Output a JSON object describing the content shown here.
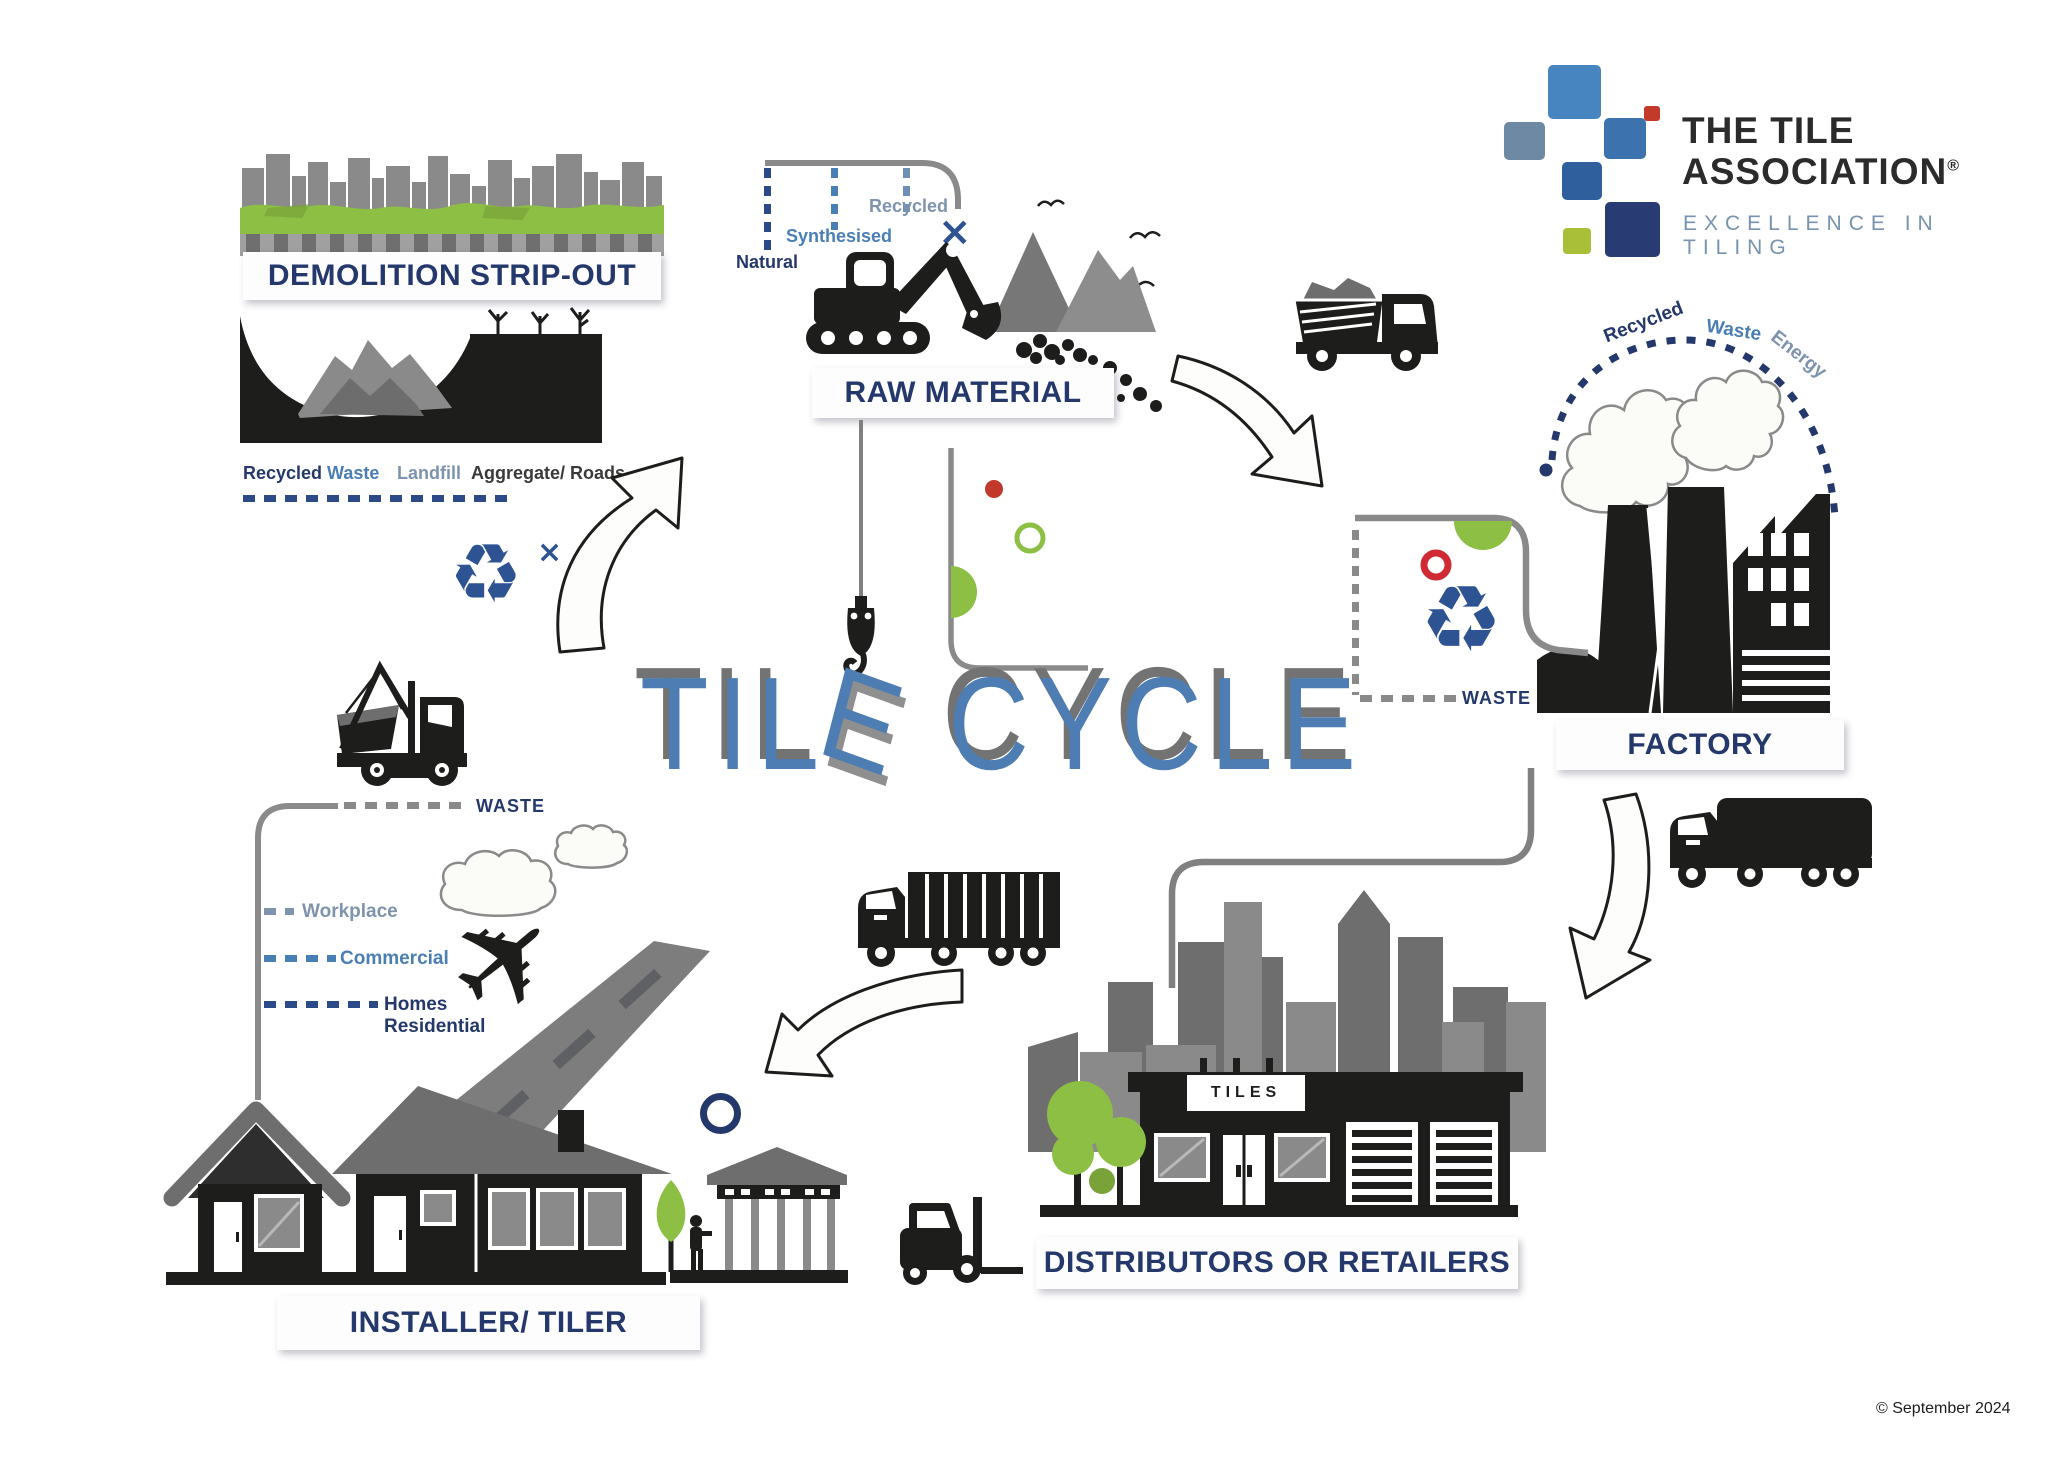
{
  "logo": {
    "name_line1": "THE TILE",
    "name_line2": "ASSOCIATION",
    "registered_mark": "®",
    "tagline": "EXCELLENCE IN TILING"
  },
  "title": {
    "part1": "TIL",
    "hanging_letter": "E",
    "part2": "CYCLE"
  },
  "demolition": {
    "label": "DEMOLITION STRIP-OUT",
    "legend": [
      {
        "text": "Recycled",
        "color": "#24386b"
      },
      {
        "text": "Waste",
        "color": "#4a7fb5"
      },
      {
        "text": "Landfill",
        "color": "#7e93ad"
      },
      {
        "text": "Aggregate/ Roads",
        "color": "#3a3a3a"
      }
    ]
  },
  "raw_material": {
    "label": "RAW MATERIAL",
    "inputs": [
      {
        "text": "Natural",
        "color": "#24386b"
      },
      {
        "text": "Synthesised",
        "color": "#4a7fb5"
      },
      {
        "text": "Recycled",
        "color": "#7e93ad"
      }
    ]
  },
  "factory": {
    "label": "FACTORY",
    "arc_labels": [
      {
        "text": "Recycled",
        "color": "#24386b"
      },
      {
        "text": "Waste",
        "color": "#4a7fb5"
      },
      {
        "text": "Energy",
        "color": "#7e93ad"
      }
    ],
    "waste_label": "WASTE"
  },
  "distributors": {
    "label": "DISTRIBUTORS OR RETAILERS",
    "shop_sign": "TILES"
  },
  "installer": {
    "label": "INSTALLER/ TILER",
    "waste_label": "WASTE",
    "destinations": [
      {
        "text": "Workplace",
        "color": "#7e93ad"
      },
      {
        "text": "Commercial",
        "color": "#4a7fb5"
      },
      {
        "text": "Homes",
        "color": "#24386b"
      },
      {
        "text": "Residential",
        "color": "#24386b"
      }
    ]
  },
  "meta": {
    "copyright": "© September 2024"
  },
  "colors": {
    "navy": "#24386b",
    "blue": "#4a7fb5",
    "grayblue": "#7e93ad",
    "green": "#8cbf44",
    "red": "#c0392b",
    "ink": "#1d1d1b",
    "line_gray": "#808080",
    "title_blue": "#4d7db2"
  }
}
